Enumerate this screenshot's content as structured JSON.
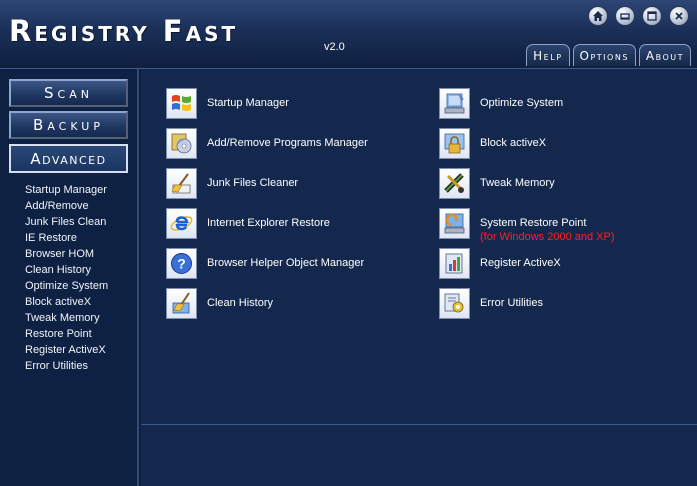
{
  "app": {
    "title": "Registry Fast",
    "version": "v2.0"
  },
  "top_menu": [
    "Help",
    "Options",
    "About"
  ],
  "sidebar": {
    "buttons": [
      "Scan",
      "Backup",
      "Advanced"
    ],
    "active": "Advanced",
    "sub_items": [
      "Startup Manager",
      "Add/Remove",
      "Junk Files Clean",
      "IE Restore",
      "Browser HOM",
      "Clean History",
      "Optimize System",
      "Block activeX",
      "Tweak Memory",
      "Restore Point",
      "Register ActiveX",
      "Error Utilities"
    ]
  },
  "features_left": [
    {
      "label": "Startup Manager",
      "icon": "windows-logo-icon"
    },
    {
      "label": "Add/Remove Programs Manager",
      "icon": "cd-box-icon"
    },
    {
      "label": "Junk Files Cleaner",
      "icon": "broom-icon"
    },
    {
      "label": "Internet Explorer Restore",
      "icon": "internet-explorer-icon"
    },
    {
      "label": "Browser Helper Object Manager",
      "icon": "question-icon"
    },
    {
      "label": "Clean History",
      "icon": "clean-history-icon"
    }
  ],
  "features_right": [
    {
      "label": "Optimize System",
      "icon": "optimize-system-icon"
    },
    {
      "label": "Block activeX",
      "icon": "lock-icon"
    },
    {
      "label": "Tweak Memory",
      "icon": "memory-chip-icon"
    },
    {
      "label": "System Restore Point",
      "note": "(for Windows 2000 and XP)",
      "icon": "restore-point-icon"
    },
    {
      "label": "Register ActiveX",
      "icon": "register-activex-icon"
    },
    {
      "label": "Error Utilities",
      "icon": "error-utilities-icon"
    }
  ],
  "colors": {
    "background": "#14284d",
    "note": "#ff2020",
    "header": "#1a2f57"
  }
}
